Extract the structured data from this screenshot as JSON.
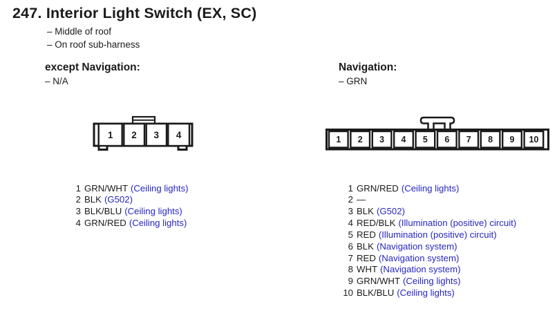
{
  "colors": {
    "ink": "#1a1a1a",
    "circuit_blue": "#2626c2",
    "background": "#ffffff"
  },
  "header": {
    "title": "247. Interior Light Switch (EX, SC)",
    "bullets": [
      "– Middle of roof",
      "– On roof sub-harness"
    ]
  },
  "sections": [
    {
      "heading": "except Navigation:",
      "note": "– N/A",
      "connector": {
        "type": "4-cavity connector, tab on top",
        "pins": [
          "1",
          "2",
          "3",
          "4"
        ]
      },
      "pin_list": [
        {
          "pin": "1",
          "wire": "GRN/WHT",
          "circuit": "(Ceiling lights)"
        },
        {
          "pin": "2",
          "wire": "BLK",
          "circuit": "(G502)"
        },
        {
          "pin": "3",
          "wire": "BLK/BLU",
          "circuit": "(Ceiling lights)"
        },
        {
          "pin": "4",
          "wire": "GRN/RED",
          "circuit": "(Ceiling lights)"
        }
      ]
    },
    {
      "heading": "Navigation:",
      "note": "– GRN",
      "connector": {
        "type": "10-cavity connector, T-latch on top",
        "pins": [
          "1",
          "2",
          "3",
          "4",
          "5",
          "6",
          "7",
          "8",
          "9",
          "10"
        ]
      },
      "pin_list": [
        {
          "pin": "1",
          "wire": "GRN/RED",
          "circuit": "(Ceiling lights)"
        },
        {
          "pin": "2",
          "wire": "—",
          "circuit": ""
        },
        {
          "pin": "3",
          "wire": "BLK",
          "circuit": "(G502)"
        },
        {
          "pin": "4",
          "wire": "RED/BLK",
          "circuit": "(Illumination (positive) circuit)"
        },
        {
          "pin": "5",
          "wire": "RED",
          "circuit": "(Illumination (positive) circuit)"
        },
        {
          "pin": "6",
          "wire": "BLK",
          "circuit": "(Navigation system)"
        },
        {
          "pin": "7",
          "wire": "RED",
          "circuit": "(Navigation system)"
        },
        {
          "pin": "8",
          "wire": "WHT",
          "circuit": "(Navigation system)"
        },
        {
          "pin": "9",
          "wire": "GRN/WHT",
          "circuit": "(Ceiling lights)"
        },
        {
          "pin": "10",
          "wire": "BLK/BLU",
          "circuit": "(Ceiling lights)"
        }
      ]
    }
  ]
}
